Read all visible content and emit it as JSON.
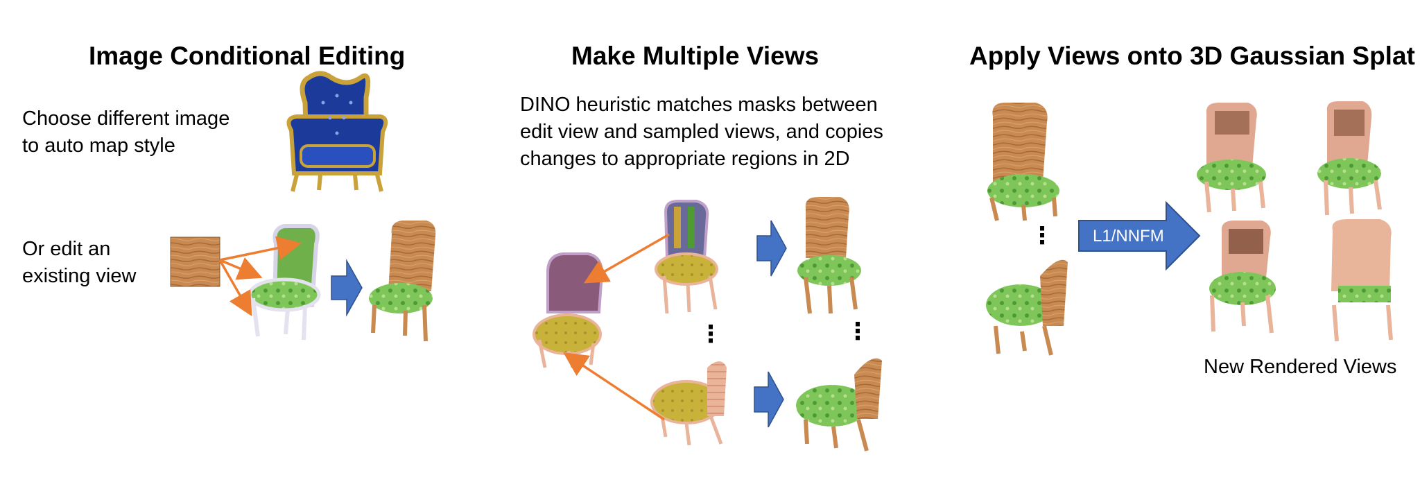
{
  "sections": [
    {
      "title": "Image Conditional Editing",
      "texts": [
        "Choose different image\nto auto map style",
        "Or edit an\nexisting view"
      ]
    },
    {
      "title": "Make Multiple Views",
      "texts": [
        "DINO heuristic matches masks between\nedit view and sampled views, and copies\nchanges to appropriate regions in 2D"
      ]
    },
    {
      "title": "Apply Views onto 3D Gaussian Splat",
      "texts": [
        "New Rendered Views"
      ]
    }
  ],
  "arrow_label": "L1/NNFM",
  "ellipsis": "⋮",
  "colors": {
    "arrow_blue": "#4472c4",
    "arrow_blue_dark": "#2f528f",
    "orange": "#ed7d31",
    "wood": "#c98a52",
    "green": "#7fc65a",
    "velvet": "#1c3a9a",
    "gold": "#c9a23a"
  }
}
